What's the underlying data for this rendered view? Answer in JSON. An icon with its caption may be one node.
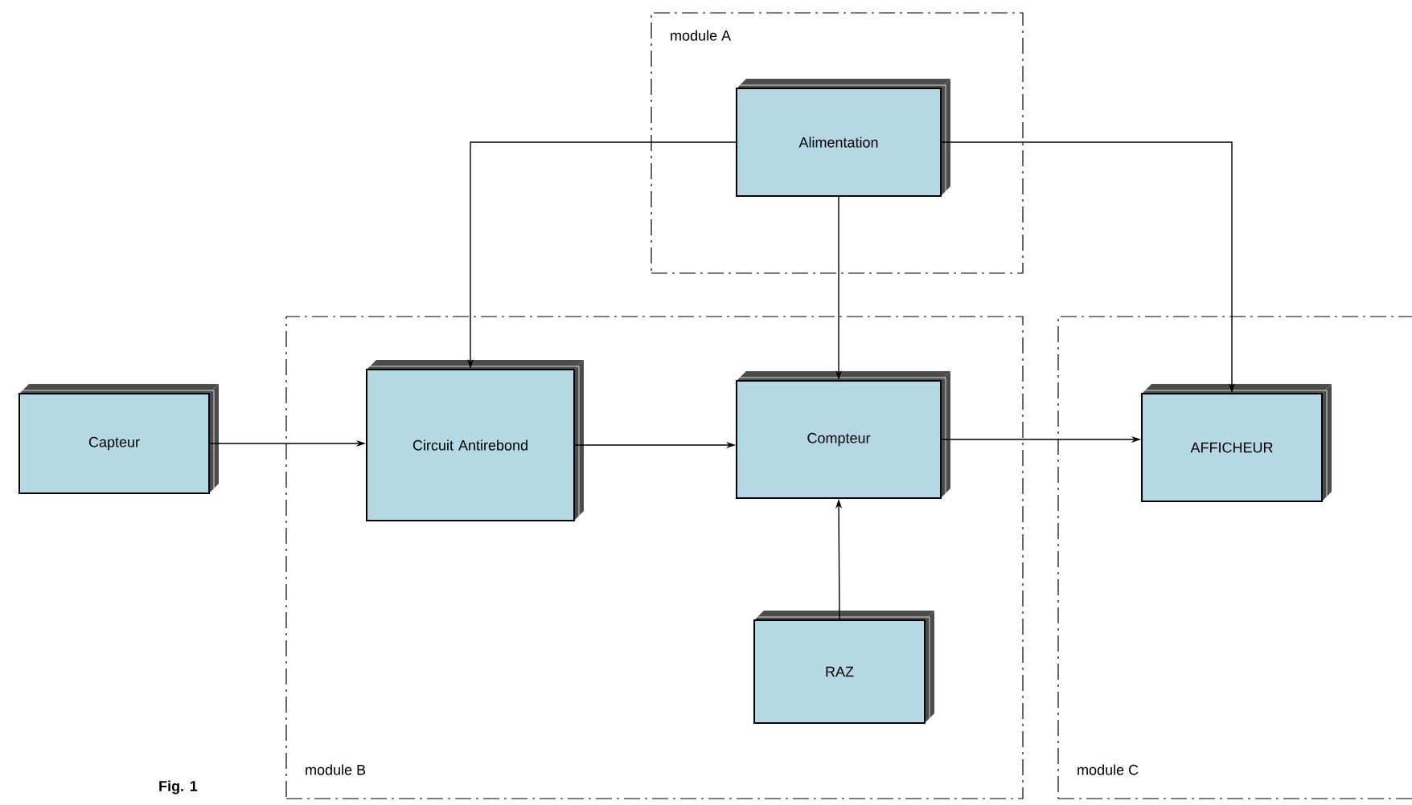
{
  "diagram": {
    "nodes": [
      {
        "text": [
          "module A"
        ]
      },
      {
        "text": [
          "Alimentation"
        ],
        "in": 0
      },
      {
        "text": [
          "module B"
        ]
      },
      {
        "text": [
          "Capteur"
        ]
      },
      {
        "text": [
          "Circuit Antirebond"
        ],
        "in": 2
      },
      {
        "text": [
          "Compteur"
        ],
        "in": 2
      },
      {
        "text": [
          "RAZ"
        ],
        "in": 2
      },
      {
        "text": [
          "module C"
        ]
      },
      {
        "text": [
          "AFFICHEUR"
        ],
        "in": 7
      }
    ],
    "edges": [
      {
        "from": 1,
        "to": 4,
        "arrow": "to"
      },
      {
        "from": 1,
        "to": 5,
        "arrow": "to"
      },
      {
        "from": 1,
        "to": 8,
        "arrow": "to"
      },
      {
        "from": 3,
        "to": 4,
        "arrow": "to"
      },
      {
        "from": 4,
        "to": 5,
        "arrow": "to"
      },
      {
        "from": 5,
        "to": 8,
        "arrow": "to"
      },
      {
        "from": 6,
        "to": 5,
        "arrow": "to"
      }
    ],
    "labels": [
      "Fig. 1"
    ]
  }
}
